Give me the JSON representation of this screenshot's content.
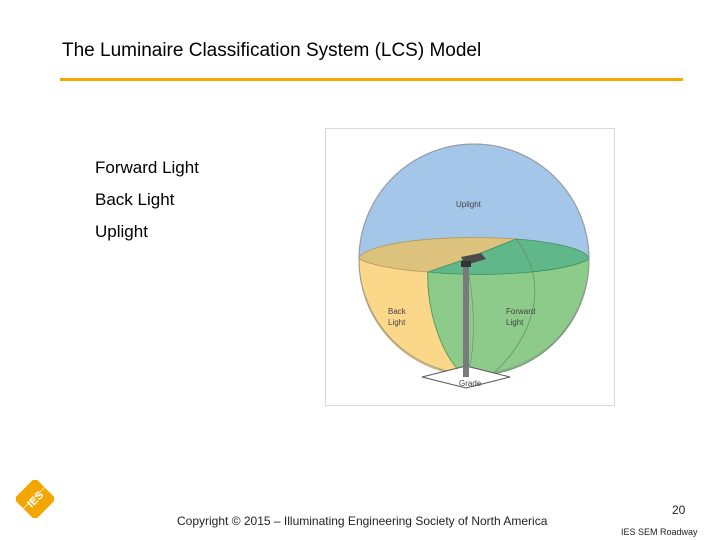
{
  "slide": {
    "title": "The Luminaire Classification System (LCS) Model",
    "bullets": [
      "Forward Light",
      "Back Light",
      "Uplight"
    ]
  },
  "figure": {
    "labels": {
      "uplight": "Uplight",
      "back_light": "Back\nLight",
      "forward_light": "Forward\nLight",
      "grade": "Grade"
    },
    "colors": {
      "uplight_zone": "#a4c6e8",
      "back_zone": "#fbd889",
      "forward_zone": "#8ccb8a",
      "equator_back": "#ddc27e",
      "equator_forward": "#5fb78a",
      "pole": "#7a7a7a"
    }
  },
  "footer": {
    "copyright": "Copyright © 2015 – Illuminating Engineering Society of North America",
    "page_number": "20",
    "org": "IES SEM Roadway"
  },
  "logo": {
    "text": "IES",
    "color": "#f3a600"
  }
}
